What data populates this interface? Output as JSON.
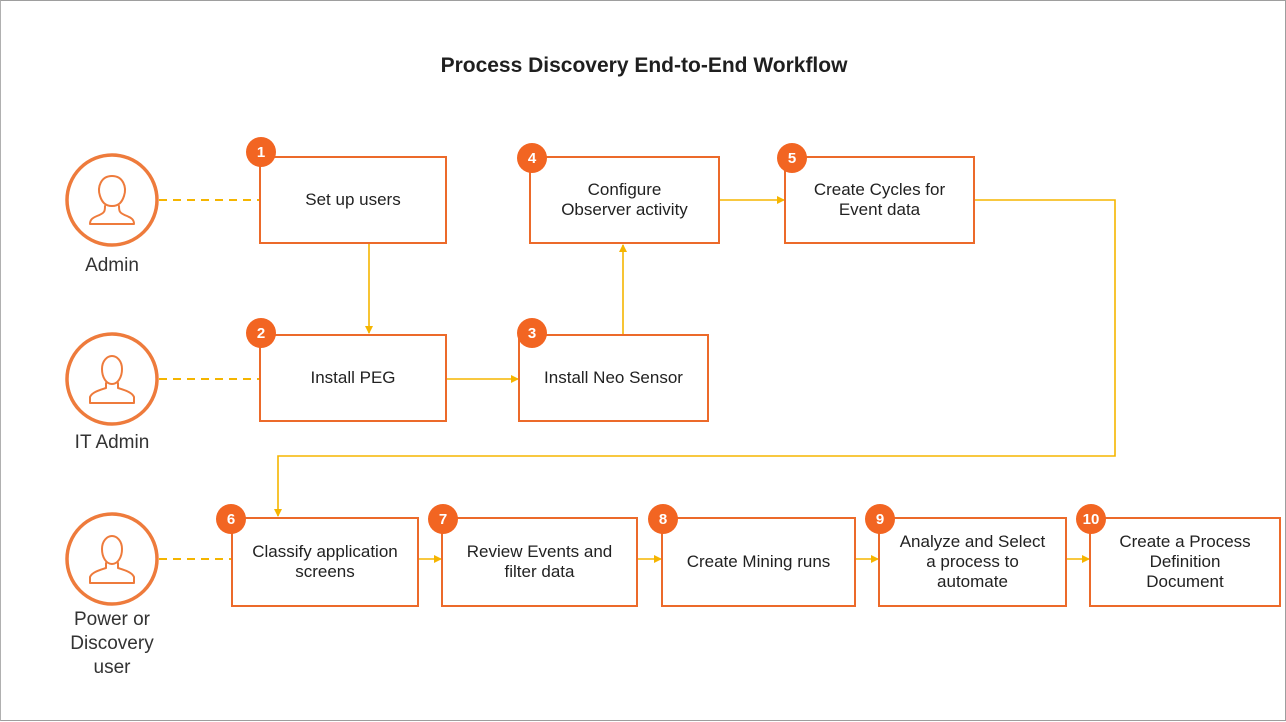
{
  "title": "Process Discovery End-to-End Workflow",
  "roles": [
    {
      "label": "Admin",
      "icon": "user-female-icon"
    },
    {
      "label": "IT Admin",
      "icon": "user-male-icon"
    },
    {
      "label": "Power or\nDiscovery\nuser",
      "icon": "user-male-icon"
    }
  ],
  "steps": [
    {
      "number": "1",
      "label": "Set up users"
    },
    {
      "number": "2",
      "label": "Install PEG"
    },
    {
      "number": "3",
      "label": "Install Neo Sensor"
    },
    {
      "number": "4",
      "label": "Configure\nObserver activity"
    },
    {
      "number": "5",
      "label": "Create Cycles for\nEvent data"
    },
    {
      "number": "6",
      "label": "Classify application\nscreens"
    },
    {
      "number": "7",
      "label": "Review Events and\nfilter data"
    },
    {
      "number": "8",
      "label": "Create Mining runs"
    },
    {
      "number": "9",
      "label": "Analyze and Select\na process to\nautomate"
    },
    {
      "number": "10",
      "label": "Create a Process\nDefinition\nDocument"
    }
  ],
  "colors": {
    "accent": "#f26522",
    "box_border": "#ec6a2a",
    "arrow": "#f5b500",
    "role_circle": "#ee7b3c"
  }
}
